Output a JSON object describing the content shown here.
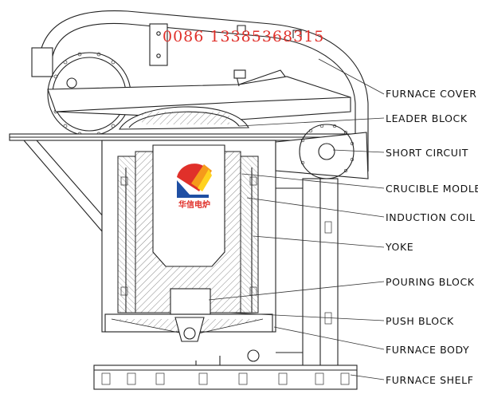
{
  "phone": "0086 13385368315",
  "brand": {
    "name": "华信电炉",
    "colors": {
      "red": "#e0302a",
      "orange": "#f59a1b",
      "yellow": "#ffd21f",
      "blue": "#1f4fa3"
    }
  },
  "labels": [
    {
      "id": "furnace-cover",
      "text": "FURNACE COVER"
    },
    {
      "id": "leader-block",
      "text": "LEADER BLOCK"
    },
    {
      "id": "short-circuit",
      "text": "SHORT CIRCUIT"
    },
    {
      "id": "crucible-modle",
      "text": "CRUCIBLE MODLE"
    },
    {
      "id": "induction-coil",
      "text": "INDUCTION COIL"
    },
    {
      "id": "yoke",
      "text": "YOKE"
    },
    {
      "id": "pouring-block",
      "text": "POURING BLOCK"
    },
    {
      "id": "push-block",
      "text": "PUSH BLOCK"
    },
    {
      "id": "furnace-body",
      "text": "FURNACE BODY"
    },
    {
      "id": "furnace-shelf",
      "text": "FURNACE SHELF"
    }
  ]
}
